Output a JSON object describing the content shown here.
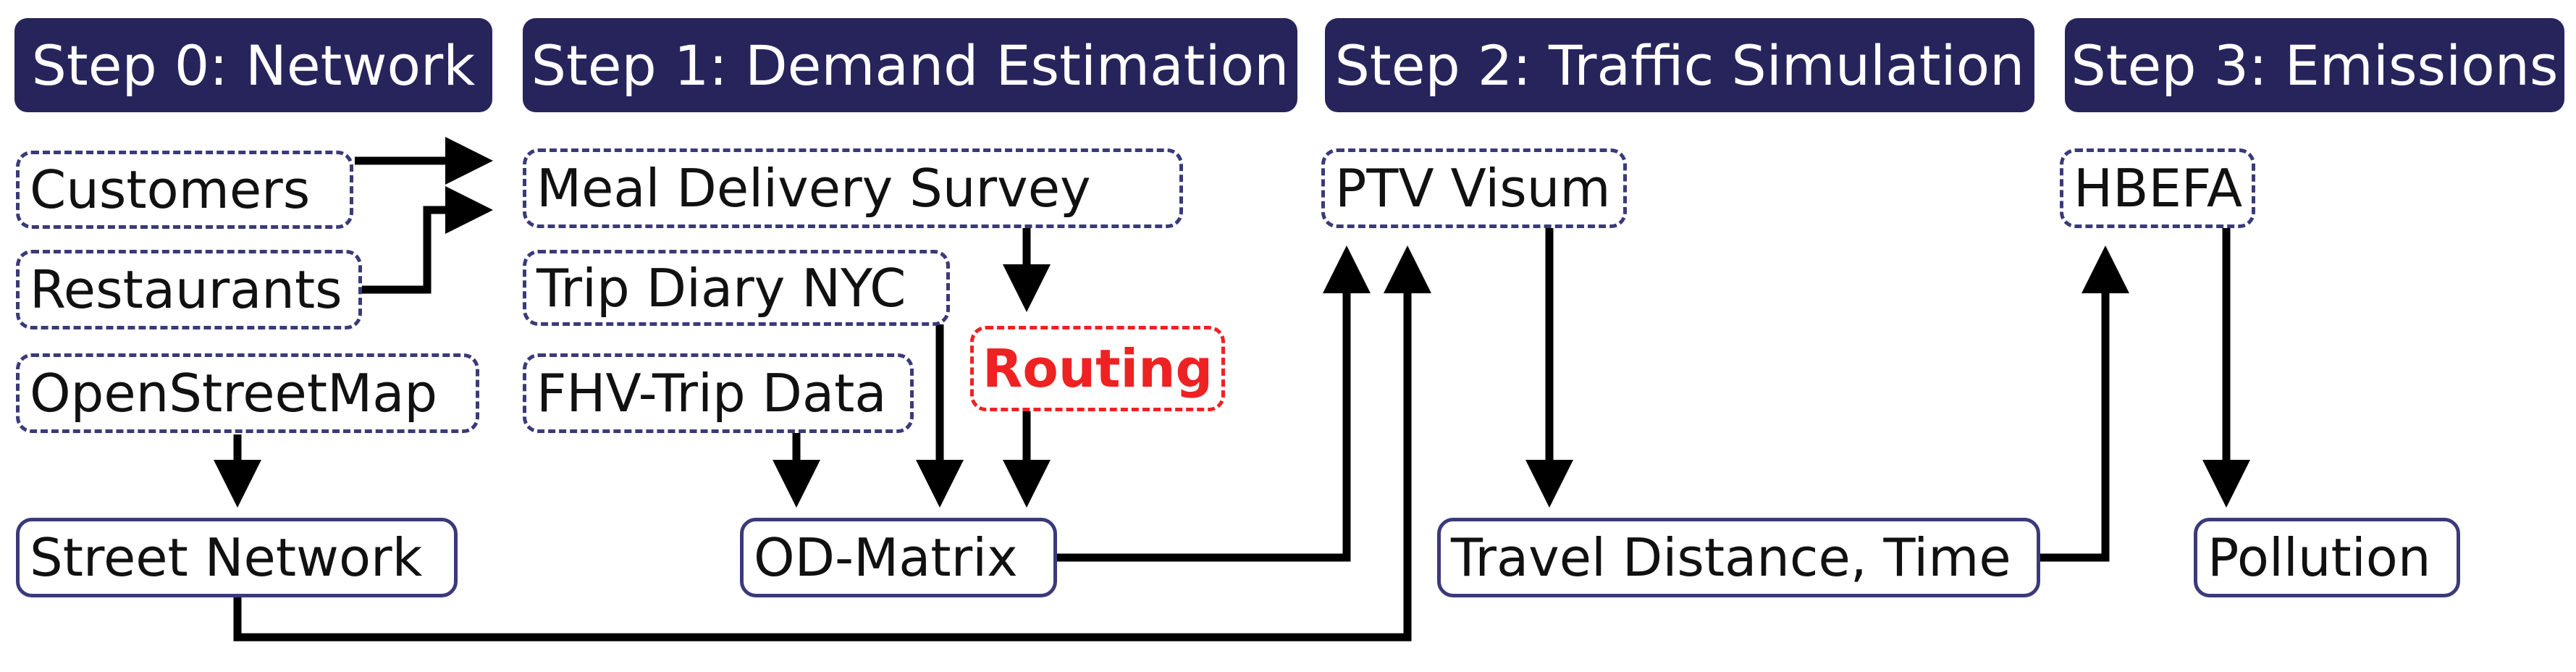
{
  "steps": [
    {
      "id": "step0",
      "label": "Step 0: Network"
    },
    {
      "id": "step1",
      "label": "Step 1: Demand Estimation"
    },
    {
      "id": "step2",
      "label": "Step 2: Traffic Simulation"
    },
    {
      "id": "step3",
      "label": "Step 3: Emissions"
    }
  ],
  "nodes": {
    "customers": "Customers",
    "restaurants": "Restaurants",
    "openstreetmap": "OpenStreetMap",
    "street_network": "Street Network",
    "meal_delivery_survey": "Meal Delivery Survey",
    "trip_diary_nyc": "Trip Diary NYC",
    "fhv_trip_data": "FHV-Trip Data",
    "routing": "Routing",
    "od_matrix": "OD-Matrix",
    "ptv_visum": "PTV Visum",
    "travel_distance_time": "Travel Distance, Time",
    "hbefa": "HBEFA",
    "pollution": "Pollution"
  },
  "colors": {
    "header_bg": "#27245c",
    "border": "#3a3a7a",
    "highlight": "#ee2222",
    "arrow": "#000000"
  }
}
